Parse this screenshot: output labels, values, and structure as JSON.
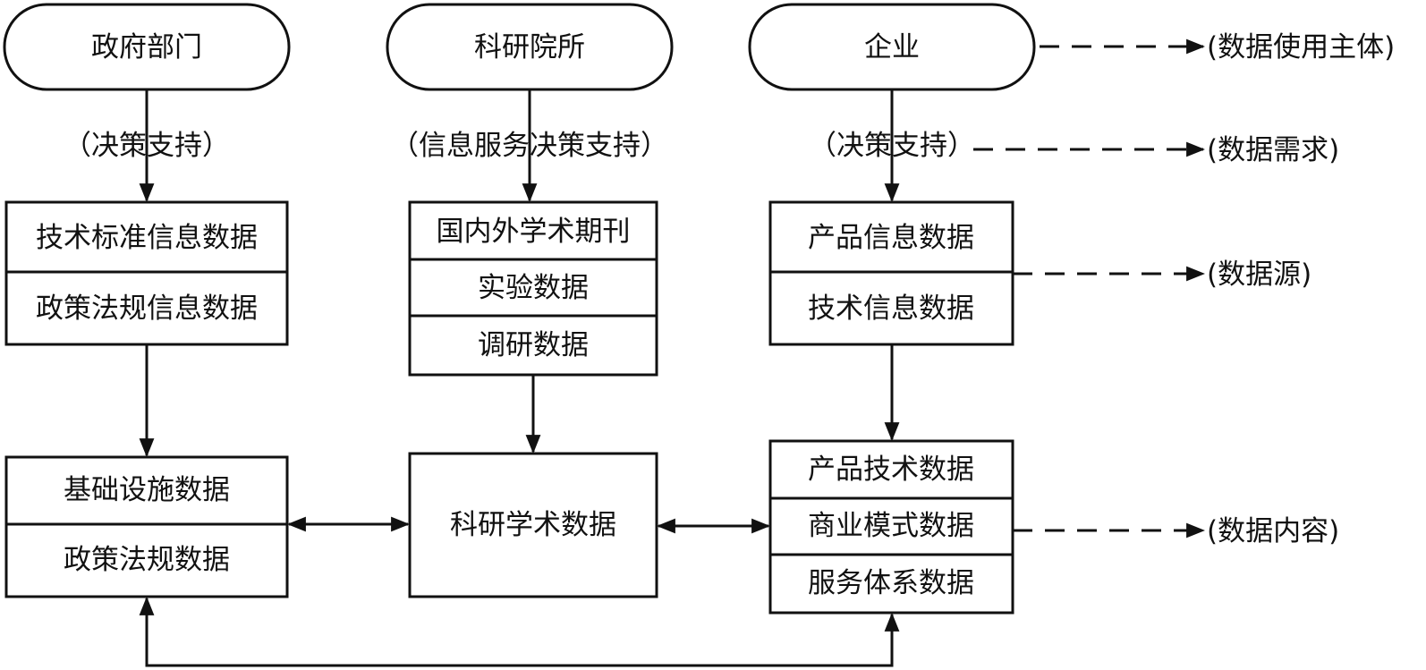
{
  "diagram": {
    "actors": {
      "government": "政府部门",
      "research": "科研院所",
      "enterprise": "企业"
    },
    "edge_labels": {
      "government": "（决策支持）",
      "research": "（信息服务决策支持）",
      "enterprise": "（决策支持）"
    },
    "sources": {
      "government": [
        "技术标准信息数据",
        "政策法规信息数据"
      ],
      "research": [
        "国内外学术期刊",
        "实验数据",
        "调研数据"
      ],
      "enterprise": [
        "产品信息数据",
        "技术信息数据"
      ]
    },
    "contents": {
      "government": [
        "基础设施数据",
        "政策法规数据"
      ],
      "research": [
        "科研学术数据"
      ],
      "enterprise": [
        "产品技术数据",
        "商业模式数据",
        "服务体系数据"
      ]
    },
    "layer_labels": {
      "users": "(数据使用主体)",
      "demand": "(数据需求)",
      "source": "(数据源)",
      "content": "(数据内容)"
    }
  }
}
